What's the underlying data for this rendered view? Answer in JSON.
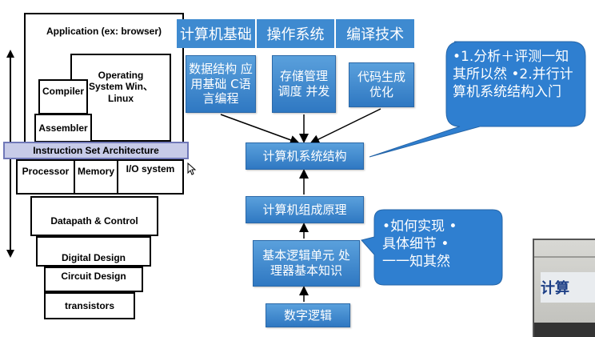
{
  "left_stack": {
    "application": "Application (ex: browser)",
    "operating_system": "Operating System Win、Linux",
    "compiler": "Compiler",
    "assembler": "Assembler",
    "isa": "Instruction Set Architecture",
    "processor": "Processor",
    "memory": "Memory",
    "io_system": "I/O system",
    "datapath": "Datapath & Control",
    "digital_design": "Digital Design",
    "circuit_design": "Circuit Design",
    "transistors": "transistors"
  },
  "top_tabs": [
    "计算机基础",
    "操作系统",
    "编译技术"
  ],
  "topics": {
    "data_structures": "数据结构 应用基础 C语言编程",
    "storage": "存储管理 调度 并发",
    "codegen": "代码生成 优化"
  },
  "flow": {
    "architecture": "计算机系统结构",
    "organization": "计算机组成原理",
    "logic_units": "基本逻辑单元 处理器基本知识",
    "digital_logic": "数字逻辑"
  },
  "callout_top": "•1.分析＋评测一知其所以然 •2.并行计算机系统结构入门",
  "callout_bottom": "•如何实现 •具体细节 •一一知其然",
  "corner_photo_text": "计算",
  "colors": {
    "accent_blue": "#3e8ad0",
    "callout_blue": "#2f7fd0",
    "isa_fill": "#c7cbe8"
  }
}
